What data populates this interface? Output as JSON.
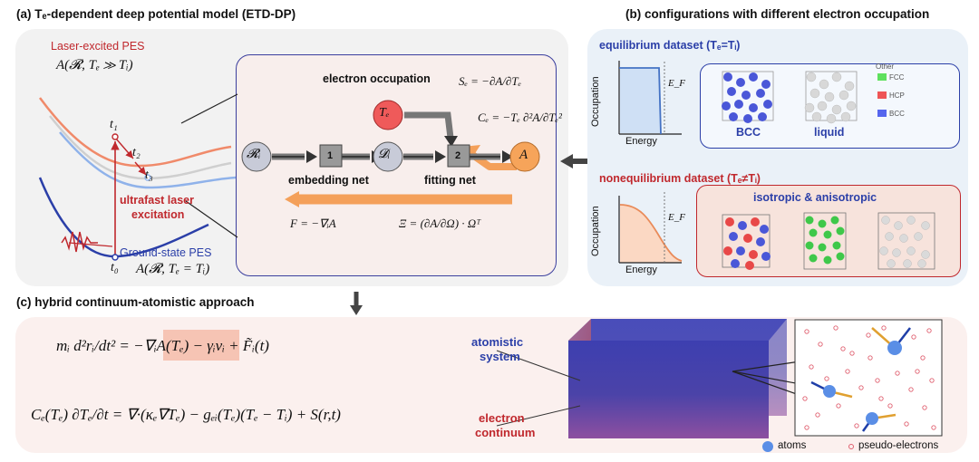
{
  "panel_a": {
    "title": "(a) Tₑ-dependent deep potential model (ETD-DP)",
    "laser_pes_label": "Laser-excited PES",
    "laser_pes_formula": "A(𝓡, Tₑ ≫ Tᵢ)",
    "ground_pes_label": "Ground-state PES",
    "ground_pes_formula": "A(𝓡, Tₑ = Tᵢ)",
    "t0": "t₀",
    "t1": "t₁",
    "t2": "t₂",
    "t3": "t₃",
    "laser_label_1": "ultrafast laser",
    "laser_label_2": "excitation",
    "network": {
      "electron_occupation": "electron occupation",
      "Te": "Tₑ",
      "RI": "𝓡ᵢ",
      "DI": "𝓓ᵢ",
      "A": "A",
      "node1": "1",
      "node2": "2",
      "embedding_net": "embedding net",
      "fitting_net": "fitting net",
      "entropy": "Sₑ = −∂A/∂Tₑ",
      "heat_capacity": "Cₑ = −Tₑ ∂²A/∂Tₑ²",
      "force": "F = −∇ᵢA",
      "stress": "Ξ = (∂A/∂Ω) · Ωᵀ"
    }
  },
  "panel_b": {
    "title": "(b) configurations with different electron occupation",
    "eq_title": "equilibrium dataset (Tₑ=Tᵢ)",
    "noneq_title": "nonequilibrium dataset (Tₑ≠Tᵢ)",
    "ylabel": "Occupation",
    "xlabel": "Energy",
    "ef": "E_F",
    "bcc_label": "BCC",
    "liquid_label": "liquid",
    "legend_title": "Other",
    "legend": [
      {
        "label": "FCC",
        "color": "#5ee05e"
      },
      {
        "label": "HCP",
        "color": "#ee5555"
      },
      {
        "label": "BCC",
        "color": "#5566ee"
      }
    ],
    "iso_label": "isotropic & anisotropic"
  },
  "panel_c": {
    "title": "(c) hybrid continuum-atomistic approach",
    "eq1": "mᵢ d²rᵢ/dt² = −∇ᵢA(Tₑ) − γᵢvᵢ + F̃ᵢ(t)",
    "eq2": "Cₑ(Tₑ) ∂Tₑ/∂t = ∇·(κₑ∇Tₑ) − gₑᵢ(Tₑ)(Tₑ − Tᵢ) + S(r,t)",
    "atomistic_1": "atomistic",
    "atomistic_2": "system",
    "electron_1": "electron",
    "electron_2": "continuum",
    "legend_atoms": "atoms",
    "legend_pseudo": "pseudo-electrons"
  },
  "colors": {
    "laser_red": "#c0282d",
    "ground_blue": "#2b3fa8",
    "panel_gray": "#f2f2f2",
    "panel_blue": "#eaf1f8",
    "panel_pink": "#fbf0ee",
    "arrow_orange": "#f4a05a"
  }
}
